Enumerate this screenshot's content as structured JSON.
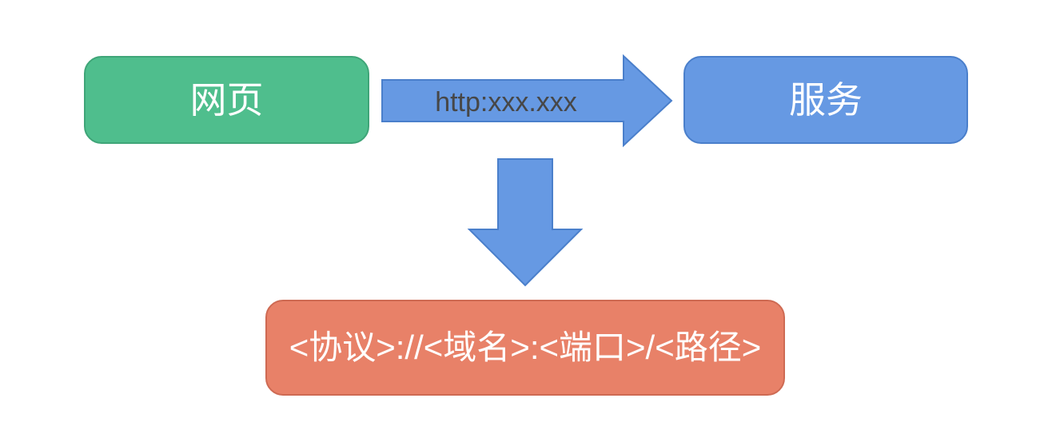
{
  "diagram": {
    "background_color": "#ffffff",
    "nodes": [
      {
        "id": "webpage",
        "label": "网页",
        "fill": "#4FBE8D",
        "stroke": "#3FA578",
        "text_color": "#ffffff"
      },
      {
        "id": "service",
        "label": "服务",
        "fill": "#6699E3",
        "stroke": "#4A7FCB",
        "text_color": "#ffffff"
      },
      {
        "id": "url-format",
        "label": "<协议>://<域名>:<端口>/<路径>",
        "fill": "#E88168",
        "stroke": "#CE6A53",
        "text_color": "#ffffff"
      }
    ],
    "arrows": [
      {
        "id": "webpage-to-service",
        "direction": "right",
        "label": "http:xxx.xxx",
        "fill": "#6699E3",
        "stroke": "#4A7FCB",
        "label_color": "#474747"
      },
      {
        "id": "webpage-to-url-format",
        "direction": "down",
        "label": "",
        "fill": "#6699E3",
        "stroke": "#4A7FCB",
        "label_color": "#474747"
      }
    ]
  }
}
